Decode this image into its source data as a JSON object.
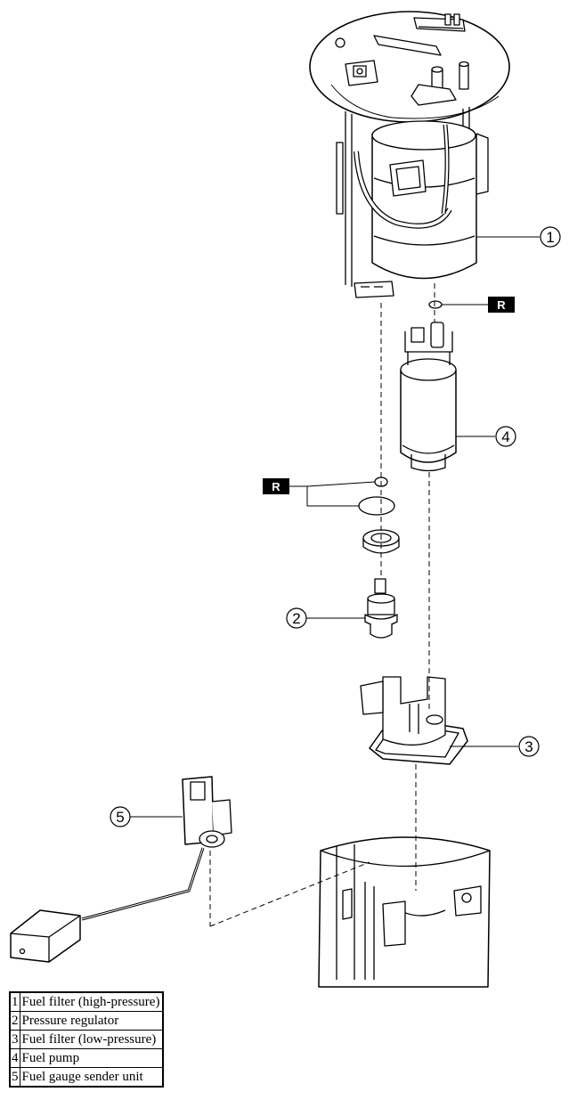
{
  "callouts": [
    {
      "number": "1"
    },
    {
      "number": "4"
    },
    {
      "number": "2"
    },
    {
      "number": "3"
    },
    {
      "number": "5"
    }
  ],
  "replace_badges": [
    {
      "text": "R"
    },
    {
      "text": "R"
    }
  ],
  "legend": [
    {
      "number": "1",
      "label": "Fuel filter (high-pressure)"
    },
    {
      "number": "2",
      "label": "Pressure regulator"
    },
    {
      "number": "3",
      "label": "Fuel filter (low-pressure)"
    },
    {
      "number": "4",
      "label": "Fuel pump"
    },
    {
      "number": "5",
      "label": "Fuel gauge sender unit"
    }
  ]
}
